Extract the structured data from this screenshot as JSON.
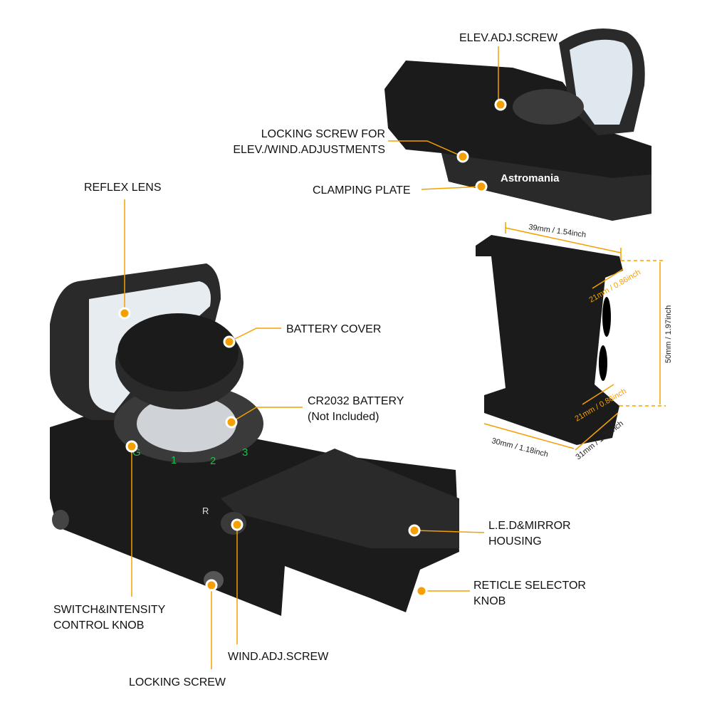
{
  "accent_color": "#f5a000",
  "brand": "Astromania",
  "labels": {
    "elev_adj_screw": "ELEV.ADJ.SCREW",
    "locking_screw_for_1": "LOCKING SCREW FOR",
    "locking_screw_for_2": "ELEV./WIND.ADJUSTMENTS",
    "clamping_plate": "CLAMPING PLATE",
    "reflex_lens": "REFLEX LENS",
    "battery_cover": "BATTERY COVER",
    "battery_1": "CR2032 BATTERY",
    "battery_2": "(Not Included)",
    "led_mirror_1": "L.E.D&MIRROR",
    "led_mirror_2": "HOUSING",
    "reticle_1": "RETICLE SELECTOR",
    "reticle_2": "KNOB",
    "switch_1": "SWITCH&INTENSITY",
    "switch_2": "CONTROL KNOB",
    "wind_adj_screw": "WIND.ADJ.SCREW",
    "locking_screw": "LOCKING SCREW"
  },
  "dimensions": {
    "top_width": "39mm / 1.54inch",
    "top_depth": "21mm / 0.86inch",
    "height": "50mm / 1.97inch",
    "bottom_depth": "21mm / 0.86inch",
    "base_width": "30mm / 1.18inch",
    "base_depth": "31mm / 1.22inch"
  },
  "knob_marks": [
    "G",
    "1",
    "2",
    "3",
    "R"
  ]
}
